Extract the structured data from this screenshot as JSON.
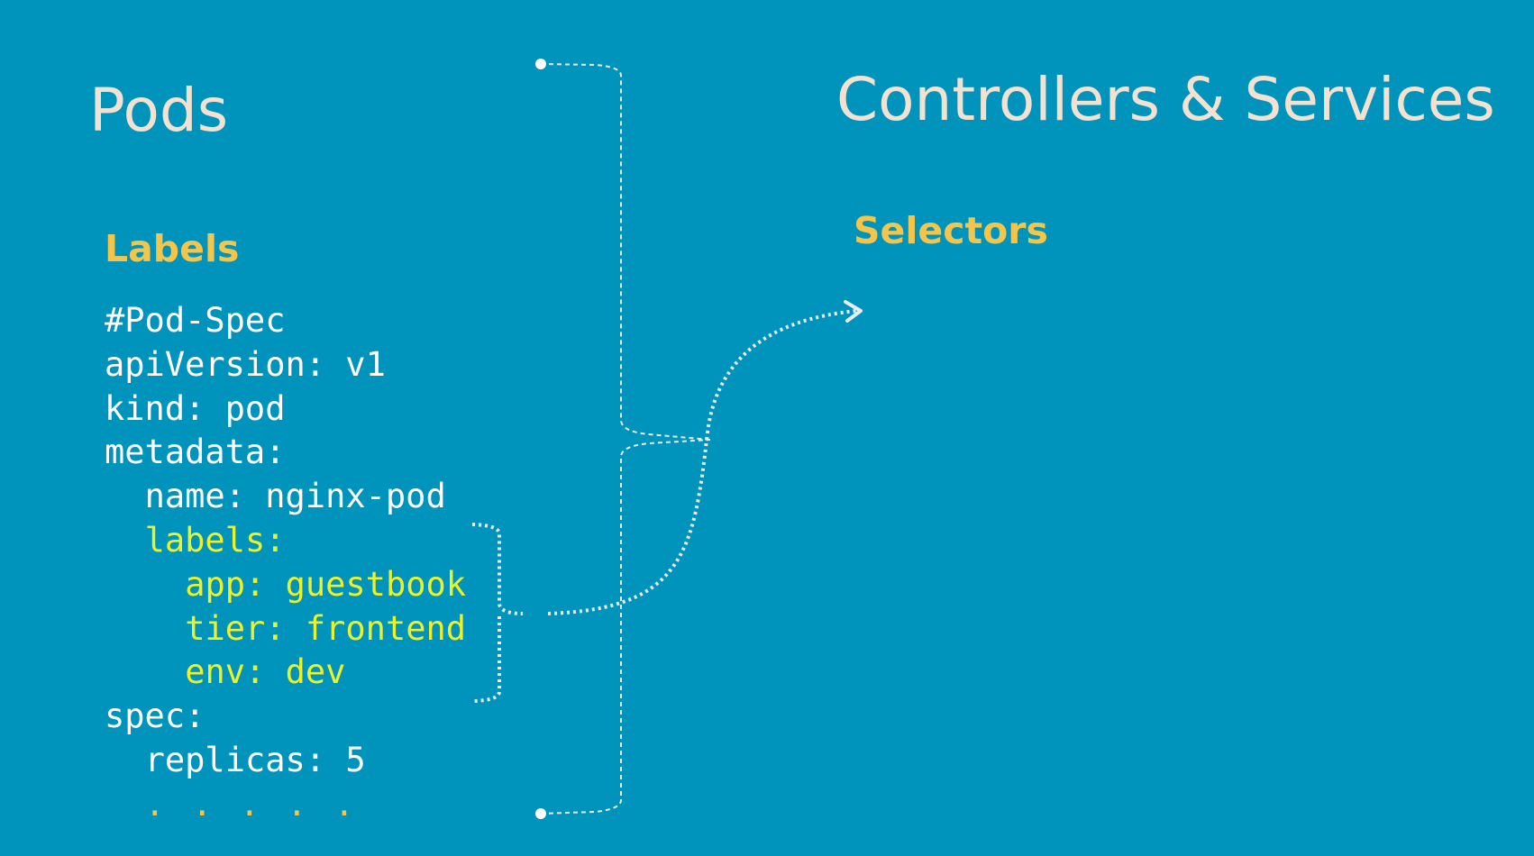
{
  "left_section": {
    "title": "Pods",
    "subtitle": "Labels",
    "code_lines": [
      {
        "text": "#Pod-Spec",
        "indent": 0,
        "highlight": false
      },
      {
        "text": "apiVersion: v1",
        "indent": 0,
        "highlight": false
      },
      {
        "text": "kind: pod",
        "indent": 0,
        "highlight": false
      },
      {
        "text": "metadata:",
        "indent": 0,
        "highlight": false
      },
      {
        "text": "name: nginx-pod",
        "indent": 1,
        "highlight": false
      },
      {
        "text": "labels:",
        "indent": 1,
        "highlight": true
      },
      {
        "text": "app: guestbook",
        "indent": 2,
        "highlight": true
      },
      {
        "text": "tier: frontend",
        "indent": 2,
        "highlight": true
      },
      {
        "text": "env: dev",
        "indent": 2,
        "highlight": true
      },
      {
        "text": "spec:",
        "indent": 0,
        "highlight": false
      },
      {
        "text": "replicas: 5",
        "indent": 1,
        "highlight": false
      },
      {
        "text": ". . . . .",
        "indent": 1,
        "highlight": false,
        "ellipsis": true
      }
    ]
  },
  "right_section": {
    "title": "Controllers & Services",
    "subtitle": "Selectors"
  },
  "colors": {
    "background": "#0093bb",
    "title": "#f3e2d2",
    "subtitle": "#f3c54a",
    "code_text": "#ffffff",
    "code_highlight": "#ecf22a",
    "connector": "#e6eef2"
  }
}
